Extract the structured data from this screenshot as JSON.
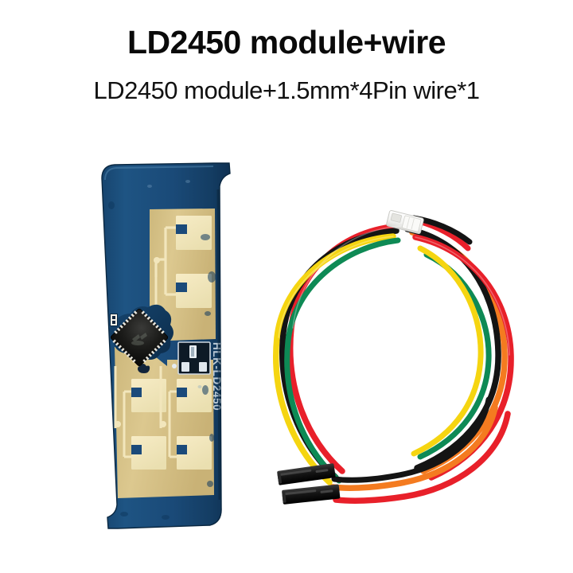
{
  "page": {
    "background_color": "#ffffff",
    "title": "LD2450 module+wire",
    "subtitle": "LD2450 module+1.5mm*4Pin wire*1"
  },
  "product": {
    "module": {
      "name": "LD2450 radar module PCB",
      "silkscreen_text": "HLK-LD2450",
      "pcb_color": "#1b4a7a",
      "pcb_edge_color": "#0f3558",
      "copper_color": "#d8c388",
      "patch_color": "#f2e6bc",
      "chip_color": "#1a1a1a",
      "chip_label": "qfn-radar-soc",
      "upper_array_patches": 2,
      "lower_array_patches": 4,
      "connector_label": "4-pin-board-connector"
    },
    "wire": {
      "name": "1.5mm 4Pin wire",
      "length_label": "",
      "connector_top": "white-jst-connector",
      "connector_bottom": "black-dupont-housing",
      "strand_colors": [
        "#e8202a",
        "#141414",
        "#f5d511",
        "#0e8a55",
        "#f47b20"
      ],
      "strand_count": 5
    }
  }
}
